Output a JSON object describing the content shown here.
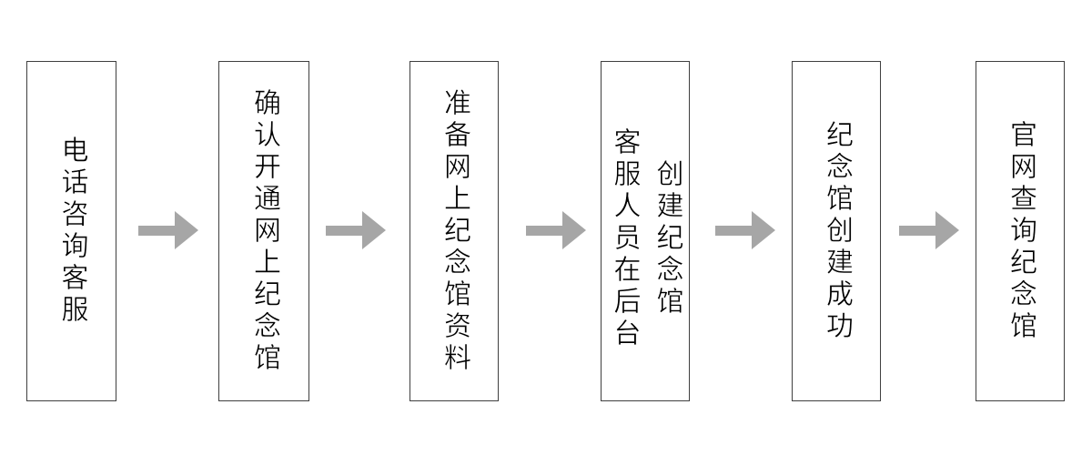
{
  "diagram": {
    "type": "flowchart",
    "direction": "left-to-right",
    "colors": {
      "box_fill": "#ffffff",
      "box_border": "#3f3f3f",
      "arrow": "#a6a6a6",
      "text": "#000000"
    },
    "steps": [
      {
        "label": "电话咨询客服"
      },
      {
        "label": "确认开通网上纪念馆"
      },
      {
        "label": "准备网上纪念馆资料"
      },
      {
        "label": "客服人员在后台创建纪念馆",
        "lines": [
          "客服人员在后台",
          "创建纪念馆"
        ]
      },
      {
        "label": "纪念馆创建成功"
      },
      {
        "label": "官网查询纪念馆"
      }
    ]
  }
}
